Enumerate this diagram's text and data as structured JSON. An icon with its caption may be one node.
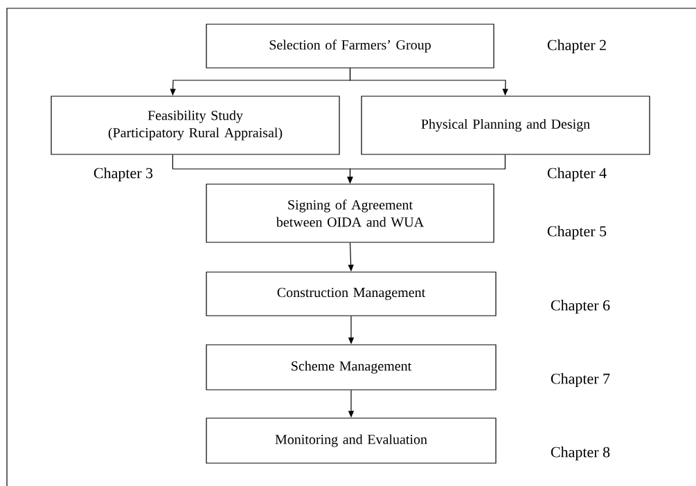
{
  "diagram": {
    "nodes": [
      {
        "text": [
          "Selection of Farmers’ Group"
        ],
        "beside": [
          "Chapter 2"
        ]
      },
      {
        "text": [
          "Feasibility Study (Participatory Rural Appraisal)"
        ],
        "beside": [
          "Chapter 3"
        ]
      },
      {
        "text": [
          "Physical Planning and Design"
        ],
        "beside": [
          "Chapter 4"
        ]
      },
      {
        "text": [
          "Signing of Agreement between OIDA and WUA"
        ],
        "beside": [
          "Chapter 5"
        ]
      },
      {
        "text": [
          "Construction Management"
        ],
        "beside": [
          "Chapter 6"
        ]
      },
      {
        "text": [
          "Scheme Management"
        ],
        "beside": [
          "Chapter 7"
        ]
      },
      {
        "text": [
          "Monitoring and Evaluation"
        ],
        "beside": [
          "Chapter 8"
        ]
      }
    ],
    "edges": [
      {
        "from": 0,
        "to": 1,
        "arrow": "to"
      },
      {
        "from": 0,
        "to": 2,
        "arrow": "to"
      },
      {
        "from": 1,
        "to": 3,
        "arrow": "to"
      },
      {
        "from": 2,
        "to": 3,
        "arrow": "to"
      },
      {
        "from": 3,
        "to": 4,
        "arrow": "to"
      },
      {
        "from": 4,
        "to": 5,
        "arrow": "to"
      },
      {
        "from": 5,
        "to": 6,
        "arrow": "to"
      }
    ]
  }
}
